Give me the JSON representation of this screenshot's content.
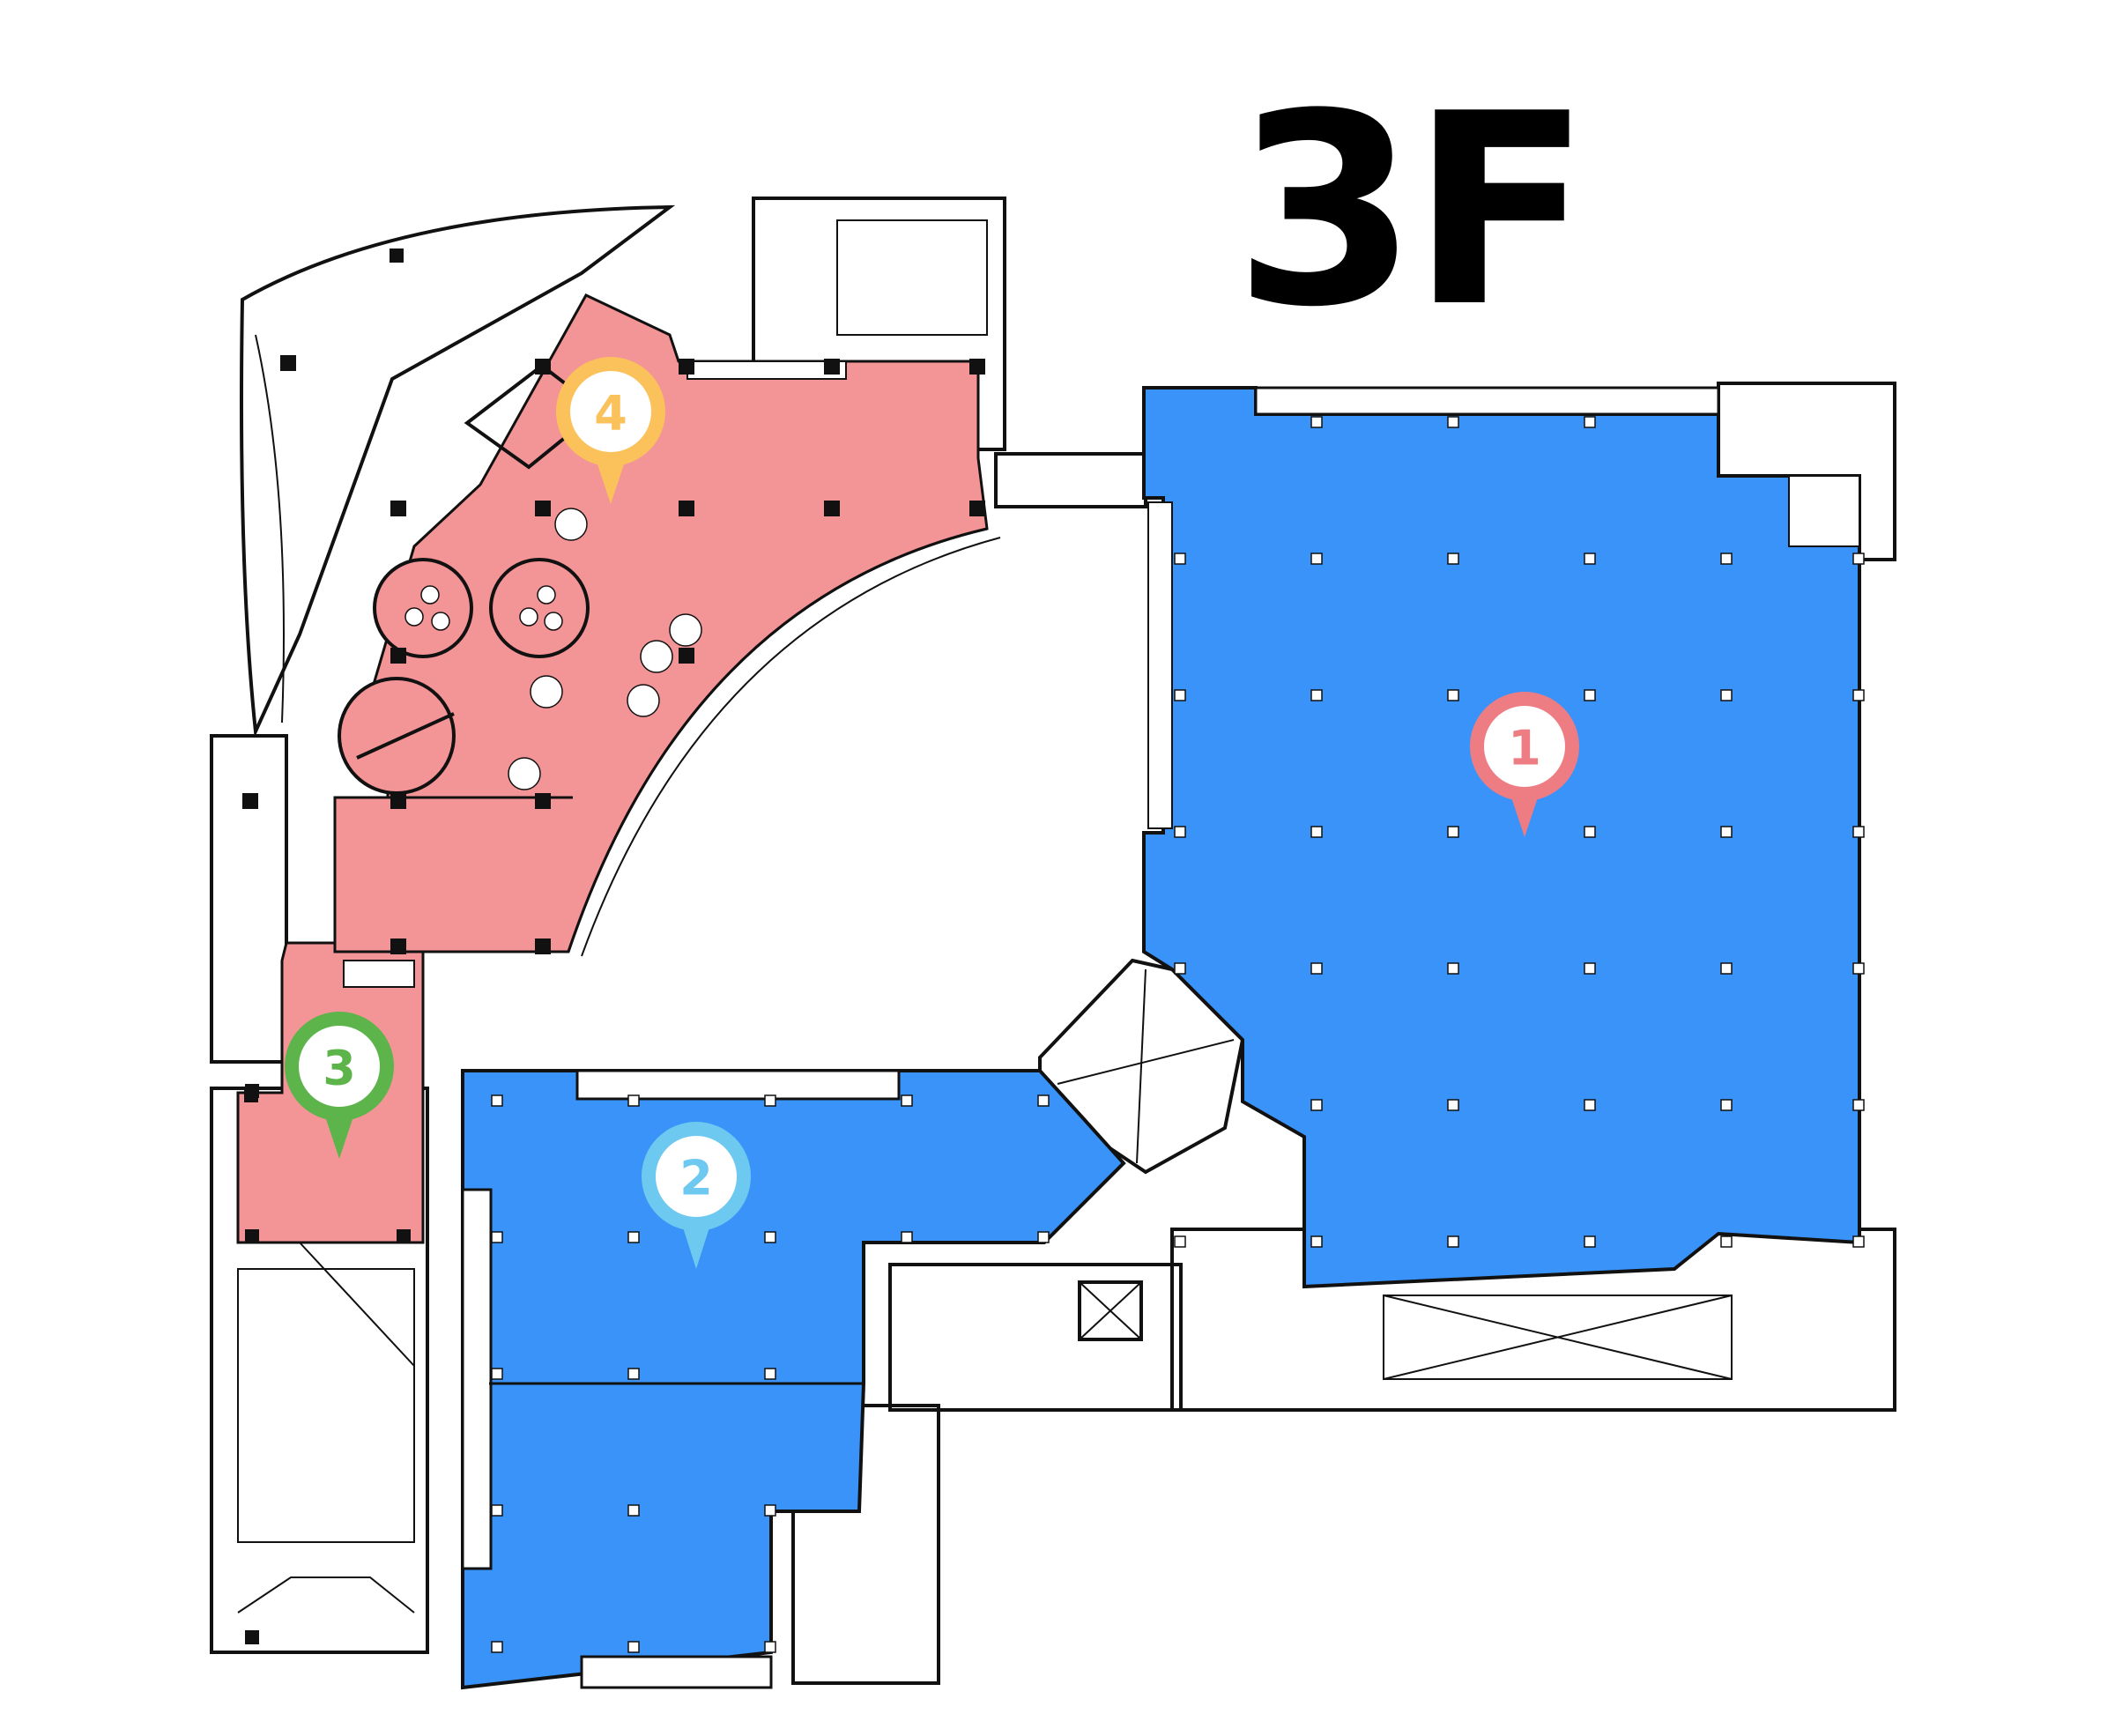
{
  "floor": {
    "label": "3F"
  },
  "colors": {
    "hall_blue": "#3a93f8",
    "lobby_pink": "#f39496",
    "pin_1": "#ee7d83",
    "pin_2": "#6ec9f0",
    "pin_3": "#5cb44b",
    "pin_4": "#fbc25c"
  },
  "markers": [
    {
      "number": "1",
      "color_key": "pin_1",
      "area": "hall_blue"
    },
    {
      "number": "2",
      "color_key": "pin_2",
      "area": "hall_blue"
    },
    {
      "number": "3",
      "color_key": "pin_3",
      "area": "lobby_pink"
    },
    {
      "number": "4",
      "color_key": "pin_4",
      "area": "lobby_pink"
    }
  ]
}
